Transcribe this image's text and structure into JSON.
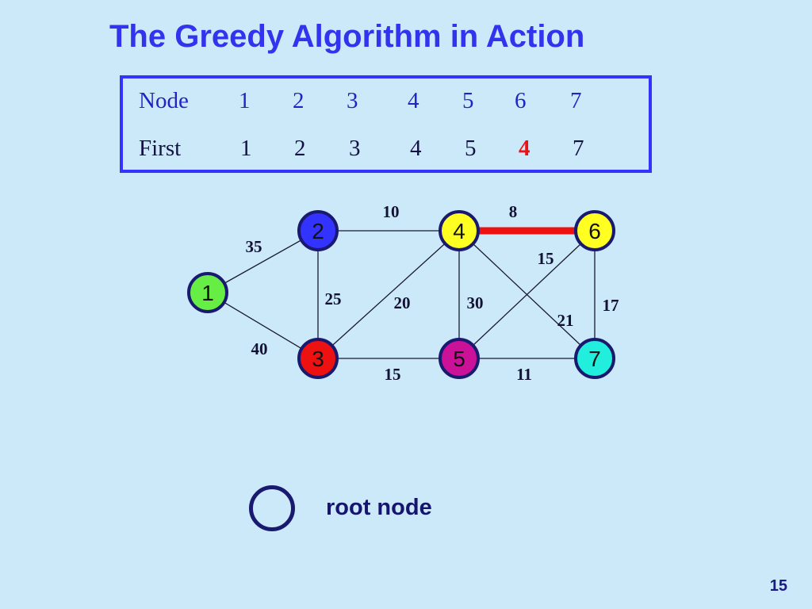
{
  "title": "The Greedy Algorithm in Action",
  "table": {
    "node_label": "Node",
    "first_label": "First",
    "nodes": [
      "1",
      "2",
      "3",
      "4",
      "5",
      "6",
      "7"
    ],
    "first": [
      "1",
      "2",
      "3",
      "4",
      "5",
      "4",
      "7"
    ],
    "highlight_index": 5,
    "highlight_color": "#ee1111"
  },
  "graph": {
    "nodes": [
      {
        "id": "1",
        "label": "1",
        "color": "#66ee44"
      },
      {
        "id": "2",
        "label": "2",
        "color": "#3333ff"
      },
      {
        "id": "3",
        "label": "3",
        "color": "#ee1111"
      },
      {
        "id": "4",
        "label": "4",
        "color": "#ffff22"
      },
      {
        "id": "5",
        "label": "5",
        "color": "#cc1199"
      },
      {
        "id": "6",
        "label": "6",
        "color": "#ffff22"
      },
      {
        "id": "7",
        "label": "7",
        "color": "#22eedd"
      }
    ],
    "edges": [
      {
        "from": "1",
        "to": "2",
        "weight": "35",
        "selected": false
      },
      {
        "from": "1",
        "to": "3",
        "weight": "40",
        "selected": false
      },
      {
        "from": "2",
        "to": "4",
        "weight": "10",
        "selected": false
      },
      {
        "from": "2",
        "to": "3",
        "weight": "25",
        "selected": false
      },
      {
        "from": "3",
        "to": "4",
        "weight": "20",
        "selected": false
      },
      {
        "from": "3",
        "to": "5",
        "weight": "15",
        "selected": false
      },
      {
        "from": "4",
        "to": "6",
        "weight": "8",
        "selected": true
      },
      {
        "from": "4",
        "to": "5",
        "weight": "30",
        "selected": false
      },
      {
        "from": "4",
        "to": "7",
        "weight": "21",
        "selected": false
      },
      {
        "from": "5",
        "to": "6",
        "weight": "15",
        "selected": false
      },
      {
        "from": "5",
        "to": "7",
        "weight": "11",
        "selected": false
      },
      {
        "from": "6",
        "to": "7",
        "weight": "17",
        "selected": false
      }
    ],
    "selected_edge_color": "#ee1111",
    "node_border_color": "#191970"
  },
  "legend": {
    "label": "root node"
  },
  "page_number": "15"
}
